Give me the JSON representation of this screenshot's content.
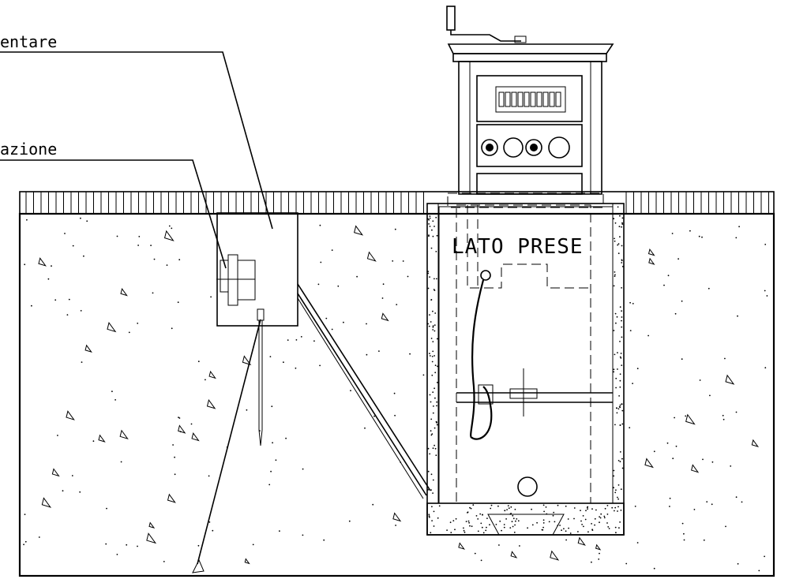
{
  "labels": {
    "callout_top": "entare",
    "callout_middle": "azione",
    "side_label": "LATO PRESE"
  },
  "colors": {
    "line": "#000000",
    "background": "#ffffff"
  }
}
